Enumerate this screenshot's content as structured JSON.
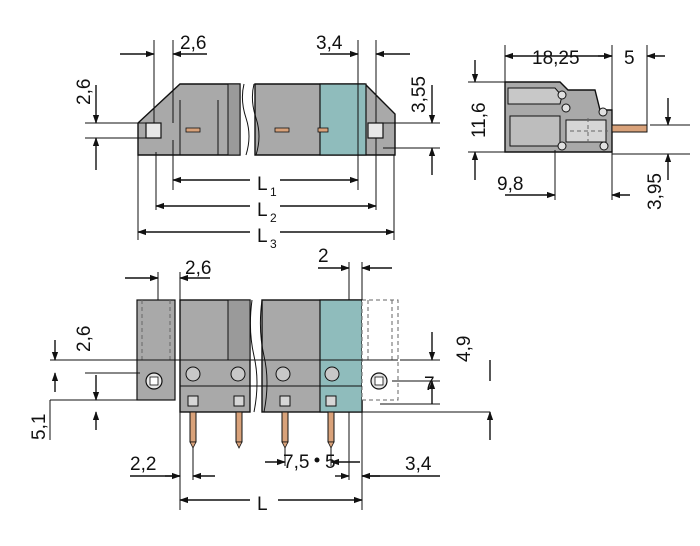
{
  "top_view": {
    "dim_2_6_top": "2,6",
    "dim_3_4_top": "3,4",
    "dim_2_6_left": "2,6",
    "dim_3_55": "3,55",
    "l1": "L",
    "l1_sub": "1",
    "l2": "L",
    "l2_sub": "2",
    "l3": "L",
    "l3_sub": "3"
  },
  "side_view": {
    "dim_18_25": "18,25",
    "dim_5": "5",
    "dim_11_6": "11,6",
    "dim_9_8": "9,8",
    "dim_3_95": "3,95"
  },
  "front_view": {
    "dim_2_6_top": "2,6",
    "dim_2": "2",
    "dim_2_6_left": "2,6",
    "dim_4_9": "4,9",
    "dim_7": "7",
    "dim_5_1": "5,1",
    "dim_7_5": "7,5",
    "dim_5_pitch": "5",
    "dim_2_2": "2,2",
    "dim_3_4": "3,4",
    "dim_l": "L"
  },
  "colors": {
    "housing_gray": "#a9a9a9",
    "accent_blue": "#8fbcbc",
    "pin_copper": "#d9a27a",
    "line": "#111111"
  }
}
